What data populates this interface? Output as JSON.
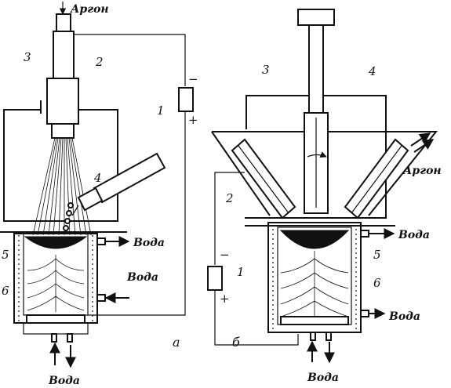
{
  "labels": {
    "argon_a": "Аргон",
    "argon_b": "Аргон",
    "n1_a": "1",
    "n2_a": "2",
    "n3_a": "3",
    "n4_a": "4",
    "n5_a": "5",
    "n6_a": "6",
    "n1_b": "1",
    "n2_b": "2",
    "n3_b": "3",
    "n4_b": "4",
    "n5_b": "5",
    "n6_b": "6",
    "minus_a": "−",
    "plus_a": "+",
    "minus_b": "−",
    "plus_b": "+",
    "water_a_out1": "Вода",
    "water_a_in": "Вода",
    "water_a_bottom": "Вода",
    "water_b_out1": "Вода",
    "water_b_out2": "Вода",
    "water_b_bottom": "Вода",
    "panel_a": "а",
    "panel_b": "б"
  }
}
